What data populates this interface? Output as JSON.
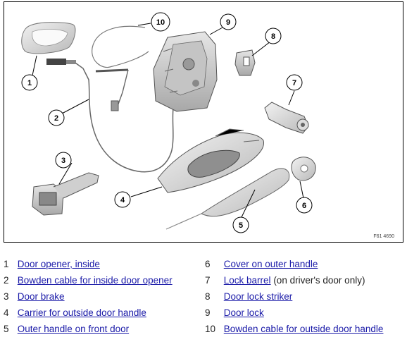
{
  "figure": {
    "code": "F61 4690",
    "callouts": [
      "1",
      "2",
      "3",
      "4",
      "5",
      "6",
      "7",
      "8",
      "9",
      "10"
    ]
  },
  "legend": {
    "items": [
      {
        "num": "1",
        "label": "Door opener, inside",
        "extra": ""
      },
      {
        "num": "2",
        "label": "Bowden cable for inside door opener",
        "extra": ""
      },
      {
        "num": "3",
        "label": "Door brake",
        "extra": ""
      },
      {
        "num": "4",
        "label": "Carrier for outside door handle",
        "extra": ""
      },
      {
        "num": "5",
        "label": "Outer handle on front door",
        "extra": ""
      },
      {
        "num": "6",
        "label": "Cover on outer handle",
        "extra": ""
      },
      {
        "num": "7",
        "label": "Lock barrel",
        "extra": " (on driver's door only)"
      },
      {
        "num": "8",
        "label": "Door lock striker",
        "extra": ""
      },
      {
        "num": "9",
        "label": "Door lock",
        "extra": ""
      },
      {
        "num": "10",
        "label": "Bowden cable for outside door handle",
        "extra": ""
      }
    ]
  },
  "colors": {
    "link": "#1a1aa8",
    "part_fill": "#d8d8d8",
    "part_stroke": "#555555"
  }
}
